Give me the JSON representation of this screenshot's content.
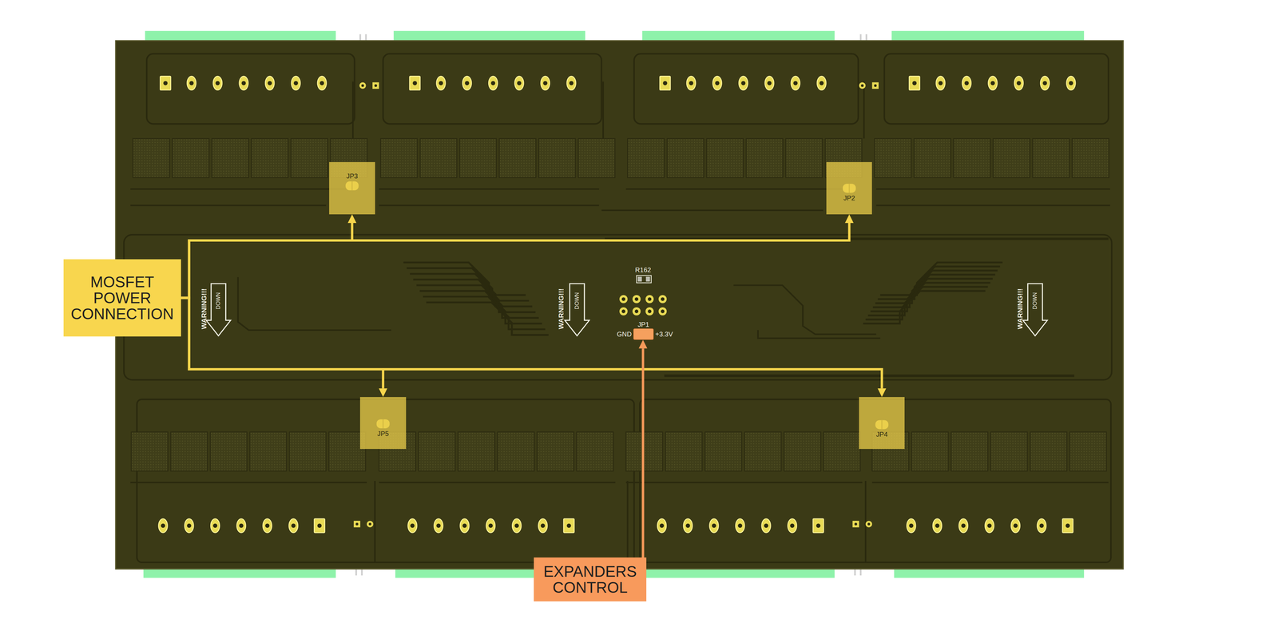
{
  "diagram": {
    "nodes": [
      {
        "text": [
          "MOSFET POWER CONNECTION"
        ]
      },
      {
        "text": [
          "JP3"
        ]
      },
      {
        "text": [
          "JP2"
        ]
      },
      {
        "text": [
          "JP5"
        ]
      },
      {
        "text": [
          "JP4"
        ]
      },
      {
        "text": [
          "JP1"
        ]
      },
      {
        "text": [
          "EXPANDERS CONTROL"
        ]
      }
    ],
    "edges": [
      {
        "from": 0,
        "to": 1,
        "arrow": "to"
      },
      {
        "from": 0,
        "to": 2,
        "arrow": "to"
      },
      {
        "from": 0,
        "to": 3,
        "arrow": "to"
      },
      {
        "from": 0,
        "to": 4,
        "arrow": "to"
      },
      {
        "from": 6,
        "to": 5,
        "arrow": "to"
      }
    ],
    "labels": [
      "R162",
      "GND",
      "+3.3V",
      "WARNING!!!",
      "DOWN",
      "WARNING!!!",
      "DOWN",
      "WARNING!!!",
      "DOWN"
    ]
  }
}
